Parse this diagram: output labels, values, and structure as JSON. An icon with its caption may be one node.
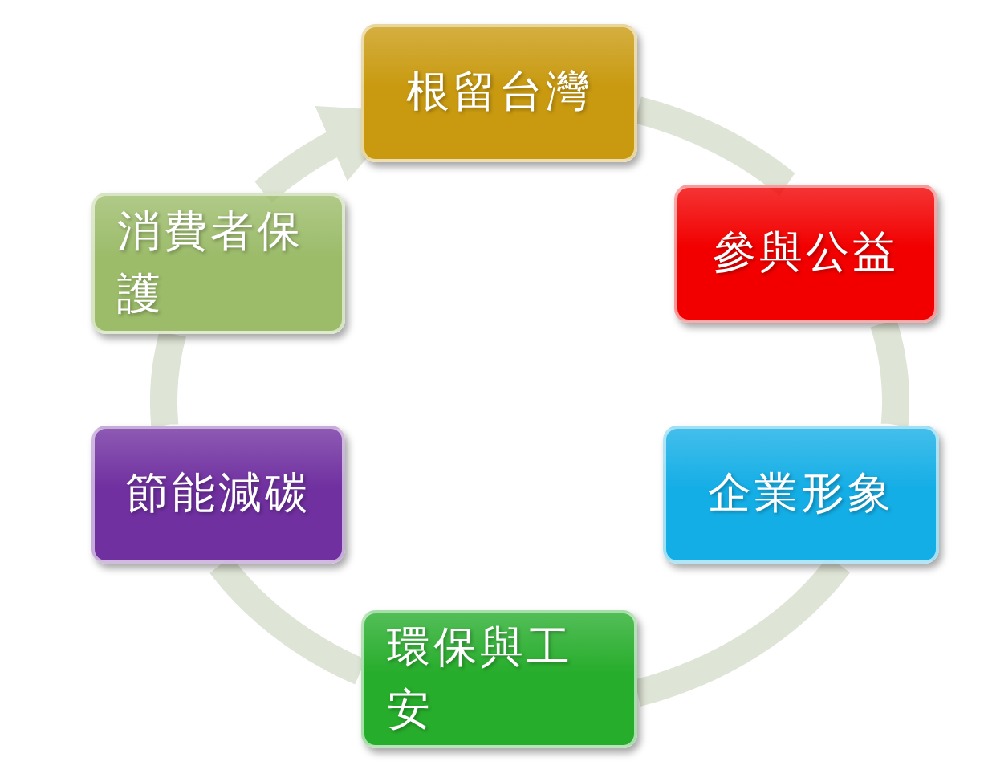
{
  "diagram": {
    "nodes": [
      {
        "text": [
          "根留台灣"
        ]
      },
      {
        "text": [
          "參與公益"
        ]
      },
      {
        "text": [
          "企業形象"
        ]
      },
      {
        "text": [
          "環保與工安"
        ]
      },
      {
        "text": [
          "節能減碳"
        ]
      },
      {
        "text": [
          "消費者保護"
        ]
      }
    ],
    "edges": [
      {
        "from": 0,
        "to": 1,
        "arrow": "none"
      },
      {
        "from": 1,
        "to": 2,
        "arrow": "none"
      },
      {
        "from": 2,
        "to": 3,
        "arrow": "none"
      },
      {
        "from": 3,
        "to": 4,
        "arrow": "none"
      },
      {
        "from": 4,
        "to": 5,
        "arrow": "none"
      },
      {
        "from": 5,
        "to": 0,
        "arrow": "to"
      }
    ]
  }
}
